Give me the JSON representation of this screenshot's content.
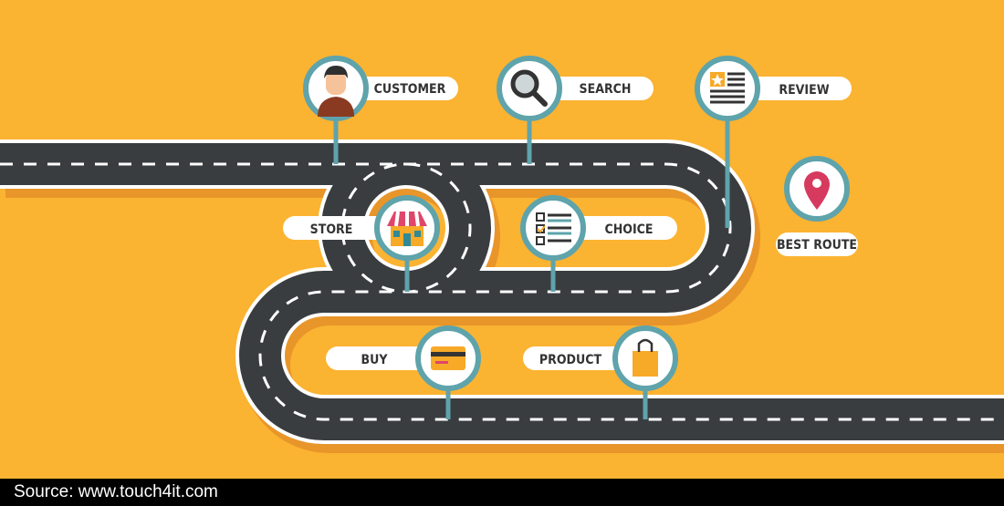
{
  "milestones": [
    {
      "label": "CUSTOMER",
      "icon": "customer-icon"
    },
    {
      "label": "SEARCH",
      "icon": "magnifier-icon"
    },
    {
      "label": "REVIEW",
      "icon": "review-icon"
    },
    {
      "label": "STORE",
      "icon": "store-icon"
    },
    {
      "label": "CHOICE",
      "icon": "checklist-icon"
    },
    {
      "label": "BUY",
      "icon": "credit-card-icon"
    },
    {
      "label": "PRODUCT",
      "icon": "shopping-bag-icon"
    },
    {
      "label": "BEST ROUTE",
      "icon": "map-pin-icon"
    }
  ],
  "footer": {
    "source": "Source:  www.touch4it.com"
  },
  "colors": {
    "background": "#fbb332",
    "road": "#3a3d40",
    "marker_ring": "#5fa3ab",
    "pin": "#d63a5e"
  }
}
